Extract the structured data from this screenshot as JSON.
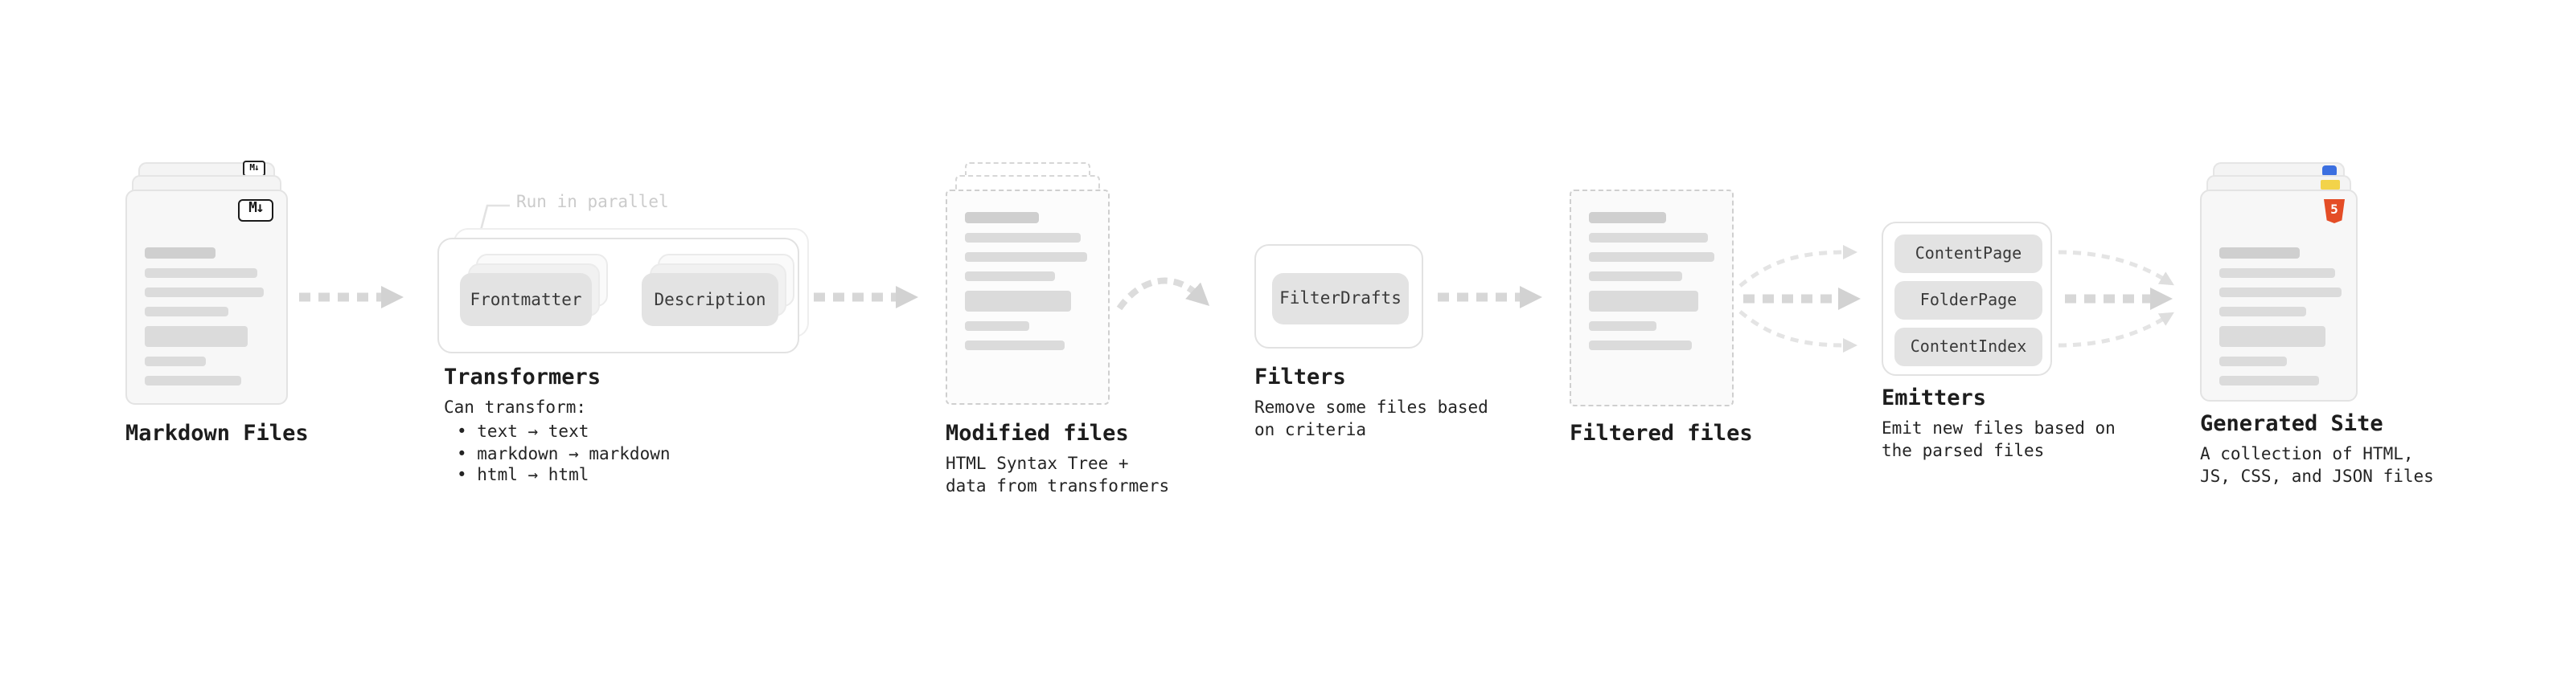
{
  "nodes": {
    "markdown_files": {
      "label": "Markdown Files",
      "badge": "M↓"
    },
    "transformers": {
      "annotation": "Run in parallel",
      "buttons": [
        "Frontmatter",
        "Description"
      ],
      "label": "Transformers",
      "sub_heading": "Can transform:",
      "bullets": [
        "• text → text",
        "• markdown → markdown",
        "• html → html"
      ]
    },
    "modified_files": {
      "label": "Modified files",
      "description": "HTML Syntax Tree +\ndata from transformers"
    },
    "filters": {
      "buttons": [
        "FilterDrafts"
      ],
      "label": "Filters",
      "description": "Remove some files based\non criteria"
    },
    "filtered_files": {
      "label": "Filtered files"
    },
    "emitters": {
      "buttons": [
        "ContentPage",
        "FolderPage",
        "ContentIndex"
      ],
      "label": "Emitters",
      "description": "Emit new files based on\nthe parsed files"
    },
    "generated_site": {
      "label": "Generated Site",
      "description": "A collection of HTML,\nJS, CSS, and JSON files",
      "badge": "5"
    }
  },
  "colors": {
    "arrow": "#d6d6d6",
    "arrow_head": "#d2d2d2",
    "arrow_light": "#e4e4e4",
    "bar": "#dbdbdb",
    "pill_bg": "#e3e3e3",
    "html5_orange": "#e44d26",
    "js_yellow": "#f3d34a",
    "css_blue": "#3b6fe0"
  }
}
